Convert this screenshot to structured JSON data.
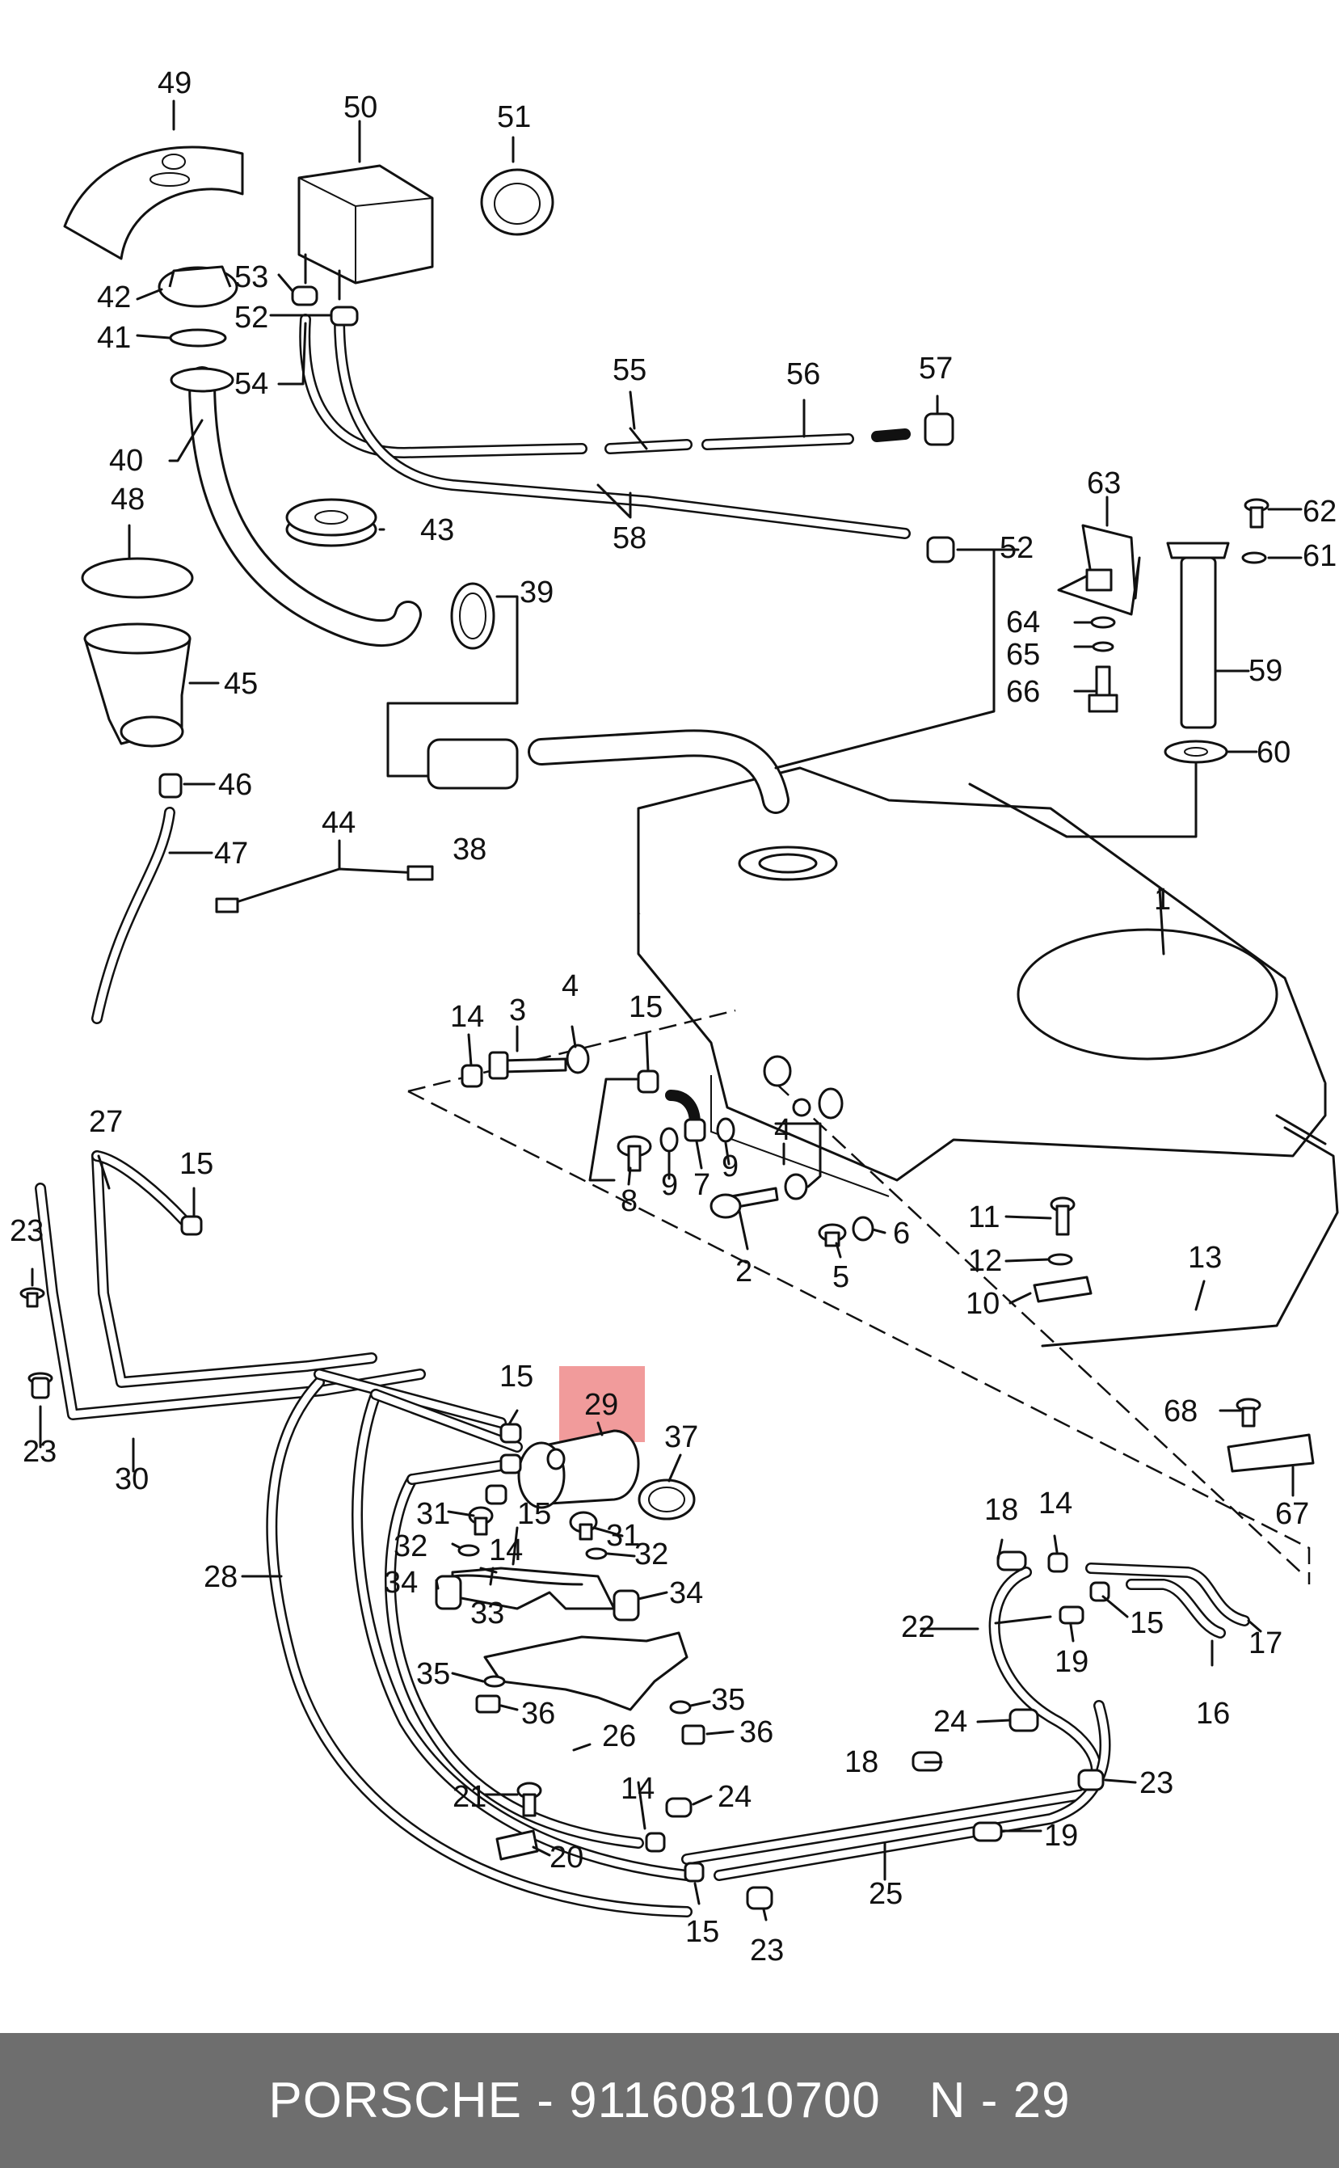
{
  "callouts": {
    "n1": "1",
    "n2": "2",
    "n3": "3",
    "n4": "4",
    "n5": "5",
    "n6": "6",
    "n7": "7",
    "n8": "8",
    "n9": "9",
    "n10": "10",
    "n11": "11",
    "n12": "12",
    "n13": "13",
    "n14": "14",
    "n15": "15",
    "n16": "16",
    "n17": "17",
    "n18": "18",
    "n19": "19",
    "n20": "20",
    "n21": "21",
    "n22": "22",
    "n23": "23",
    "n24": "24",
    "n25": "25",
    "n26": "26",
    "n27": "27",
    "n28": "28",
    "n29": "29",
    "n30": "30",
    "n31": "31",
    "n32": "32",
    "n33": "33",
    "n34": "34",
    "n35": "35",
    "n36": "36",
    "n37": "37",
    "n38": "38",
    "n39": "39",
    "n40": "40",
    "n41": "41",
    "n42": "42",
    "n43": "43",
    "n44": "44",
    "n45": "45",
    "n46": "46",
    "n47": "47",
    "n48": "48",
    "n49": "49",
    "n50": "50",
    "n51": "51",
    "n52": "52",
    "n53": "53",
    "n54": "54",
    "n55": "55",
    "n56": "56",
    "n57": "57",
    "n58": "58",
    "n59": "59",
    "n60": "60",
    "n61": "61",
    "n62": "62",
    "n63": "63",
    "n64": "64",
    "n65": "65",
    "n66": "66",
    "n67": "67",
    "n68": "68"
  },
  "highlight": {
    "part_number": "29",
    "color": "#ef8a8a"
  },
  "footer": {
    "brand": "PORSCHE",
    "separator": "-",
    "part_code": "91160810700",
    "ref": "N - 29",
    "background": "#6e6e6e"
  }
}
